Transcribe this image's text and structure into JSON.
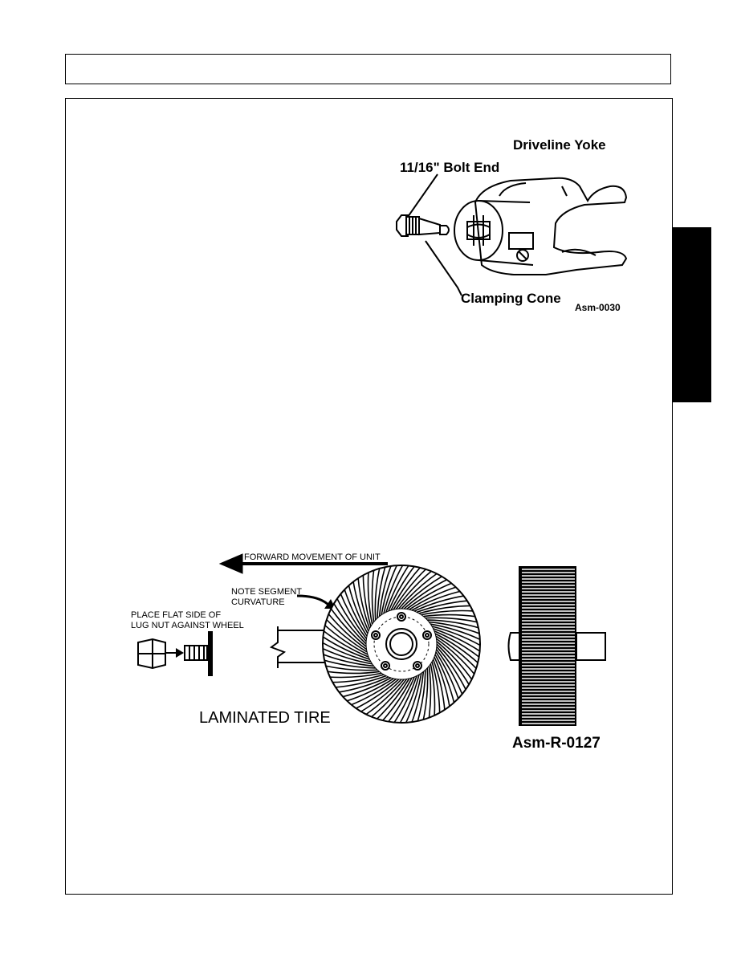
{
  "figure1": {
    "labels": {
      "driveline_yoke": "Driveline  Yoke",
      "bolt_end": "11/16\" Bolt End",
      "clamping_cone": "Clamping Cone",
      "code": "Asm-0030"
    }
  },
  "figure2": {
    "labels": {
      "forward": "FORWARD MOVEMENT OF UNIT",
      "note_line1": "NOTE SEGMENT",
      "note_line2": "CURVATURE",
      "lug_line1": "PLACE FLAT SIDE OF",
      "lug_line2": "LUG NUT AGAINST WHEEL",
      "tire": "LAMINATED TIRE",
      "code": "Asm-R-0127"
    }
  }
}
